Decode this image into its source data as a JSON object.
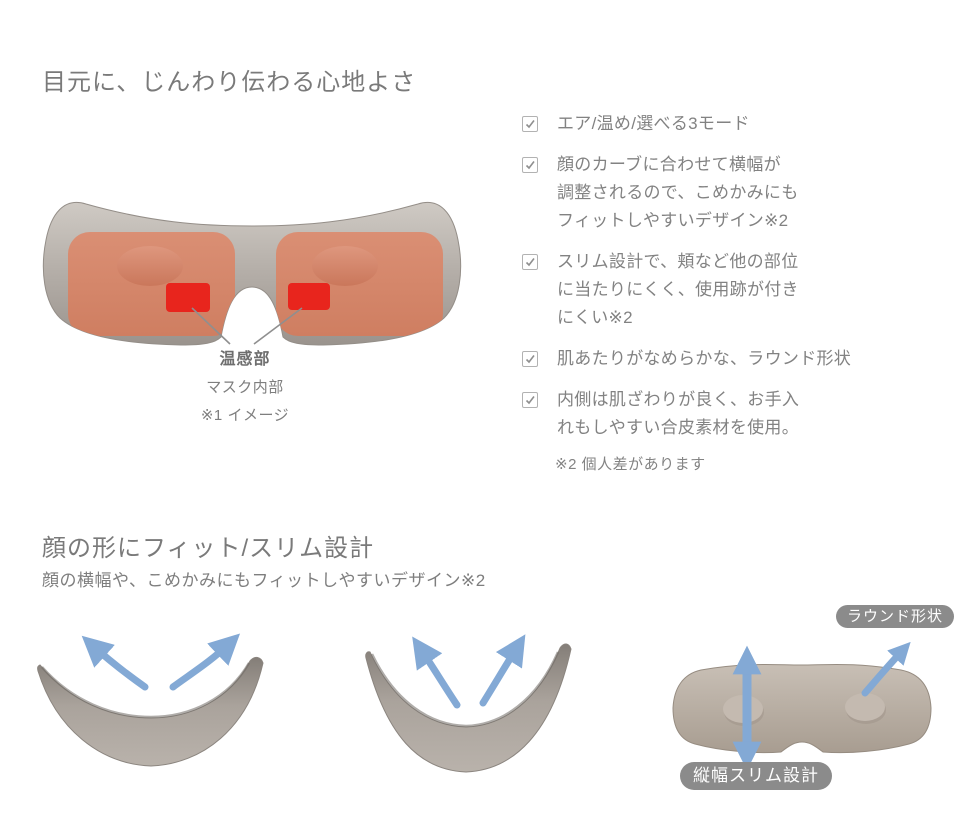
{
  "colors": {
    "text": "#7d7d7d",
    "heading": "#7a7a7a",
    "pad_salmon": "#d5876c",
    "heat_red": "#e8251d",
    "arrow_blue": "#83a9d5",
    "badge_gray": "#8b8b8b",
    "mask_silver": "#b4aea8",
    "mask_beige": "#bab0a5"
  },
  "section_comfort": {
    "title": "目元に、じんわり伝わる心地よさ",
    "figure": {
      "label_heat": "温感部",
      "label_mask_inside": "マスク内部",
      "label_note": "※1 イメージ"
    },
    "checklist": [
      {
        "lines": [
          "エア/温め/選べる3モード"
        ]
      },
      {
        "lines": [
          "顔のカーブに合わせて横幅が",
          "調整されるので、こめかみにも",
          "フィットしやすいデザイン※2"
        ]
      },
      {
        "lines": [
          "スリム設計で、頬など他の部位",
          "に当たりにくく、使用跡が付き",
          "にくい※2"
        ]
      },
      {
        "lines": [
          "肌あたりがなめらかな、ラウンド形状"
        ]
      },
      {
        "lines": [
          "内側は肌ざわりが良く、お手入",
          "れもしやすい合皮素材を使用。"
        ]
      }
    ],
    "footnote": "※2 個人差があります"
  },
  "section_fit": {
    "title": "顔の形にフィット/スリム設計",
    "subtitle": "顔の横幅や、こめかみにもフィットしやすいデザイン※2",
    "badges": {
      "round": "ラウンド形状",
      "slim": "縦幅スリム設計"
    }
  }
}
